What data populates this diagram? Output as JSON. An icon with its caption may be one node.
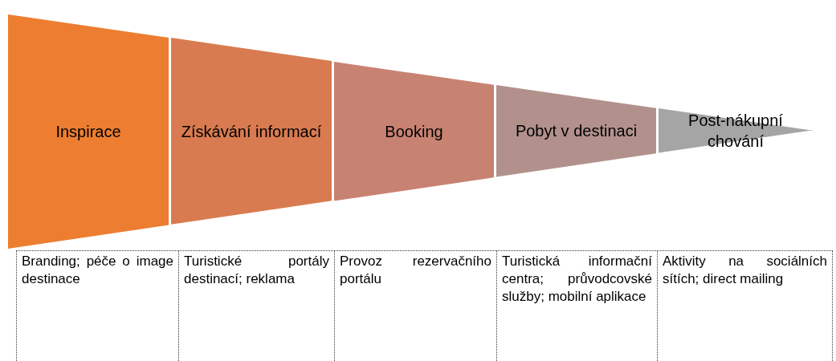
{
  "diagram": {
    "nodes": [
      {
        "text": [
          "Inspirace"
        ]
      },
      {
        "text": [
          "Získávání informací"
        ]
      },
      {
        "text": [
          "Booking"
        ]
      },
      {
        "text": [
          "Pobyt v destinaci"
        ]
      },
      {
        "text": [
          "Post-nákupní chování"
        ]
      }
    ],
    "labels": [
      "Branding; péče o image destinace",
      "Turistické portály destinací; reklama",
      "Provoz rezervačního portálu",
      "Turistická informační centra; průvodcovské služby; mobilní aplikace",
      "Aktivity na sociálních sítích; direct mailing"
    ]
  }
}
